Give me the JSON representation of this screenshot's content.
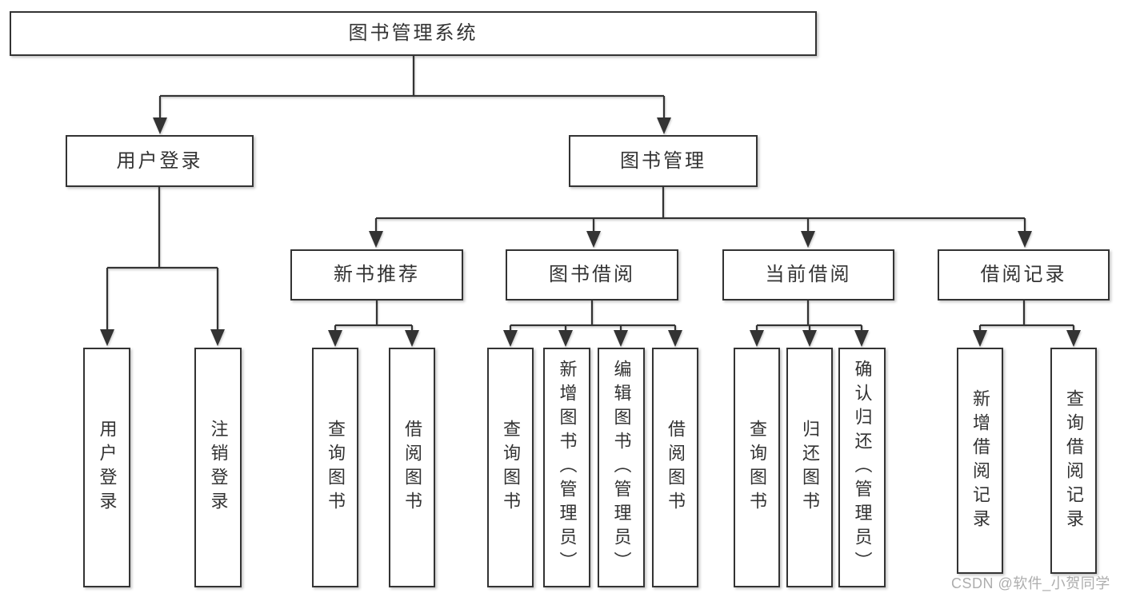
{
  "colors": {
    "background": "#ffffff",
    "line": "#333333",
    "box_border": "#333333",
    "text": "#333333",
    "watermark": "#adadad"
  },
  "watermark": "CSDN @软件_小贺同学",
  "nodes": {
    "root": {
      "label": "图书管理系统"
    },
    "user_login": {
      "label": "用户登录"
    },
    "book_mgmt": {
      "label": "图书管理"
    },
    "new_book_rec": {
      "label": "新书推荐"
    },
    "book_borrow": {
      "label": "图书借阅"
    },
    "current_borrow": {
      "label": "当前借阅"
    },
    "borrow_records": {
      "label": "借阅记录"
    },
    "leaf_user_login": {
      "label": "用户登录"
    },
    "leaf_logout": {
      "label": "注销登录"
    },
    "leaf_query_book_1": {
      "label": "查询图书"
    },
    "leaf_borrow_book_1": {
      "label": "借阅图书"
    },
    "leaf_query_book_2": {
      "label": "查询图书"
    },
    "leaf_add_book": {
      "label": "新增图书（管理员）"
    },
    "leaf_edit_book": {
      "label": "编辑图书（管理员）"
    },
    "leaf_borrow_book_2": {
      "label": "借阅图书"
    },
    "leaf_query_book_3": {
      "label": "查询图书"
    },
    "leaf_return_book": {
      "label": "归还图书"
    },
    "leaf_confirm_return": {
      "label": "确认归还（管理员）"
    },
    "leaf_add_record": {
      "label": "新增借阅记录"
    },
    "leaf_query_record": {
      "label": "查询借阅记录"
    }
  },
  "hierarchy": {
    "root": [
      "user_login",
      "book_mgmt"
    ],
    "user_login": [
      "leaf_user_login",
      "leaf_logout"
    ],
    "book_mgmt": [
      "new_book_rec",
      "book_borrow",
      "current_borrow",
      "borrow_records"
    ],
    "new_book_rec": [
      "leaf_query_book_1",
      "leaf_borrow_book_1"
    ],
    "book_borrow": [
      "leaf_query_book_2",
      "leaf_add_book",
      "leaf_edit_book",
      "leaf_borrow_book_2"
    ],
    "current_borrow": [
      "leaf_query_book_3",
      "leaf_return_book",
      "leaf_confirm_return"
    ],
    "borrow_records": [
      "leaf_add_record",
      "leaf_query_record"
    ]
  }
}
